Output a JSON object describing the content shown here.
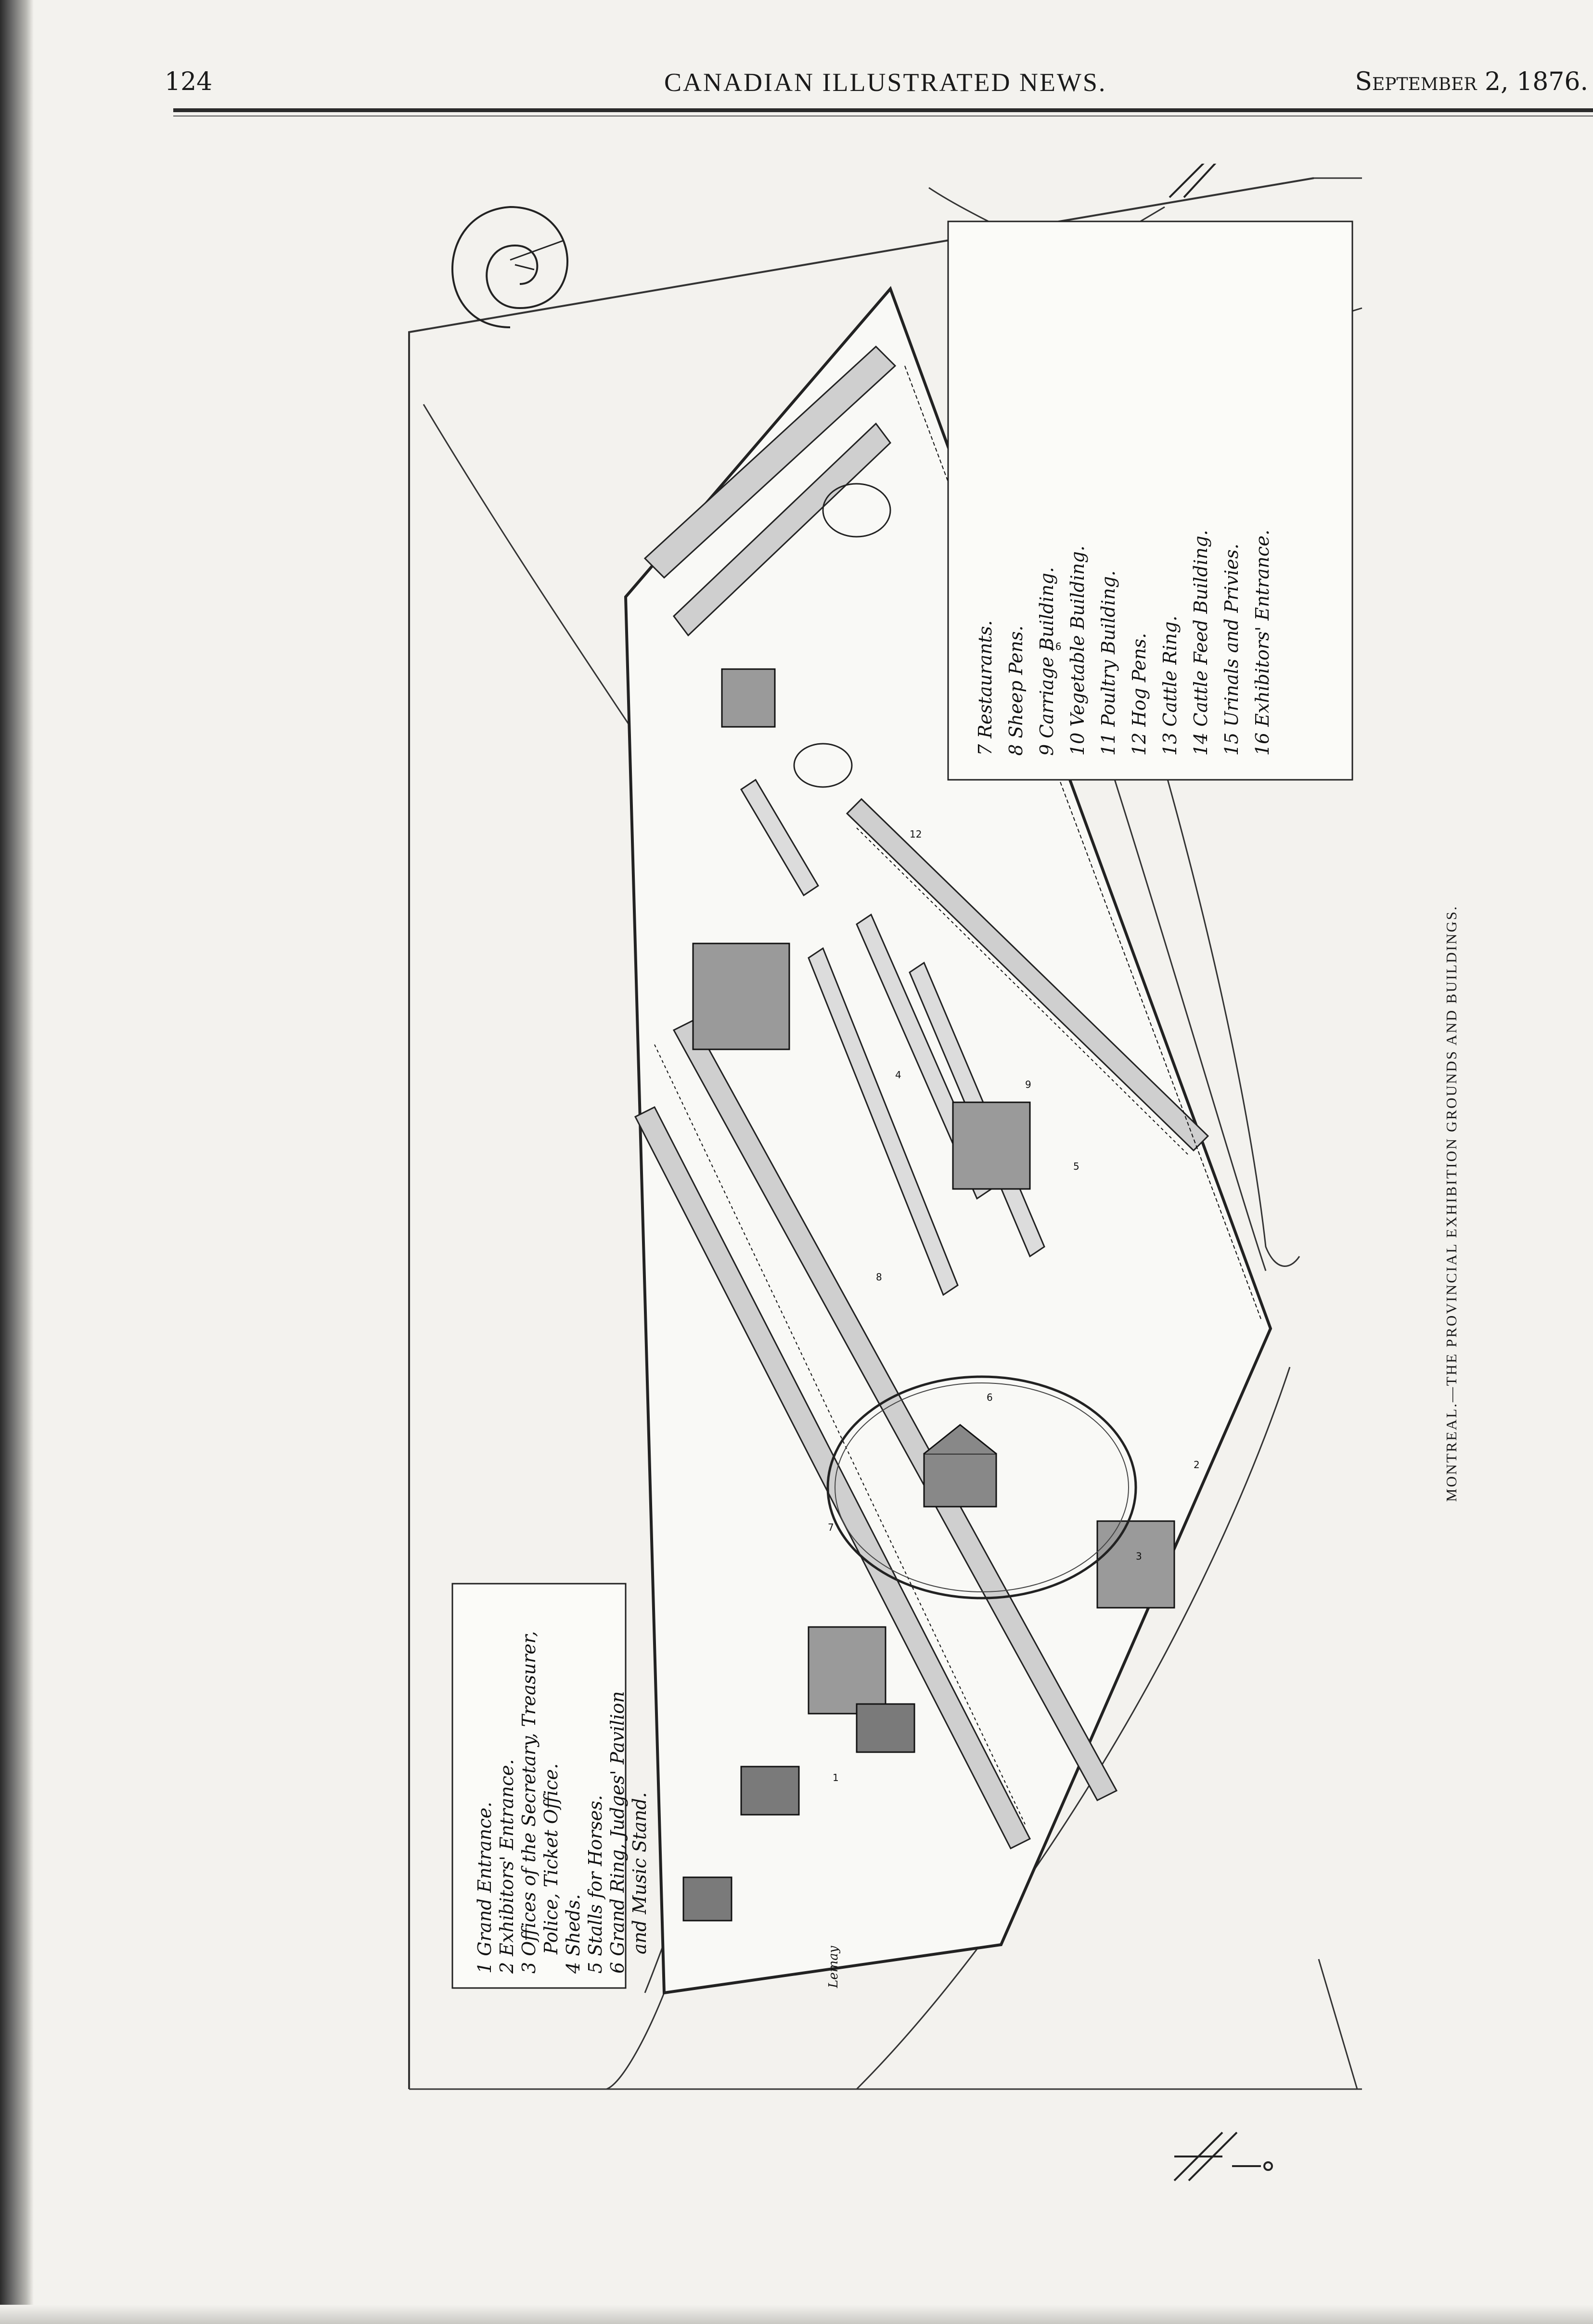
{
  "header": {
    "page_number": "124",
    "publication": "CANADIAN ILLUSTRATED NEWS.",
    "date": "September 2, 1876."
  },
  "caption": "MONTREAL.—THE PROVINCIAL EXHIBITION GROUNDS AND BUILDINGS.",
  "legend_left": [
    "1 Grand Entrance.",
    "2 Exhibitors' Entrance.",
    "3 Offices of the Secretary, Treasurer,",
    "Police, Ticket Office.",
    "4 Sheds.",
    "5 Stalls for Horses.",
    "6 Grand Ring, Judges' Pavilion",
    "and Music Stand."
  ],
  "legend_right": [
    "7 Restaurants.",
    "8 Sheep Pens.",
    "9 Carriage Building.",
    "10 Vegetable Building.",
    "11 Poultry Building.",
    "12 Hog Pens.",
    "13 Cattle Ring.",
    "14 Cattle Feed Building.",
    "15 Urinals and Privies.",
    "16 Exhibitors' Entrance."
  ],
  "map_numbers": [
    "1",
    "2",
    "3",
    "4",
    "5",
    "6",
    "7",
    "8",
    "9",
    "12",
    "16"
  ],
  "signature": "Lemay"
}
